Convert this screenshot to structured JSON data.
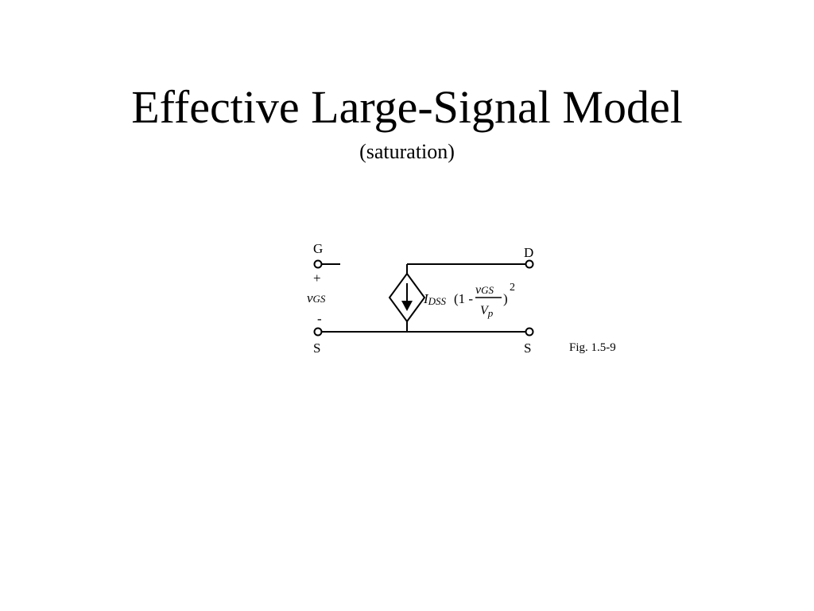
{
  "slide": {
    "title": "Effective Large-Signal Model",
    "subtitle": "(saturation)"
  },
  "circuit": {
    "gate_label": "G",
    "drain_label": "D",
    "source_left_label": "S",
    "source_right_label": "S",
    "plus_sign": "+",
    "minus_sign": "-",
    "vgs_v": "v",
    "vgs_sub": "GS",
    "current_source_icon": "dependent-current-source-diamond-arrow-down",
    "expression": {
      "i": "I",
      "i_sub": "DSS",
      "open": "(1 -",
      "num_v": "v",
      "num_sub": "GS",
      "den_v": "V",
      "den_sub": "p",
      "close": ")",
      "exponent": "2"
    },
    "figure_caption": "Fig. 1.5-9"
  }
}
